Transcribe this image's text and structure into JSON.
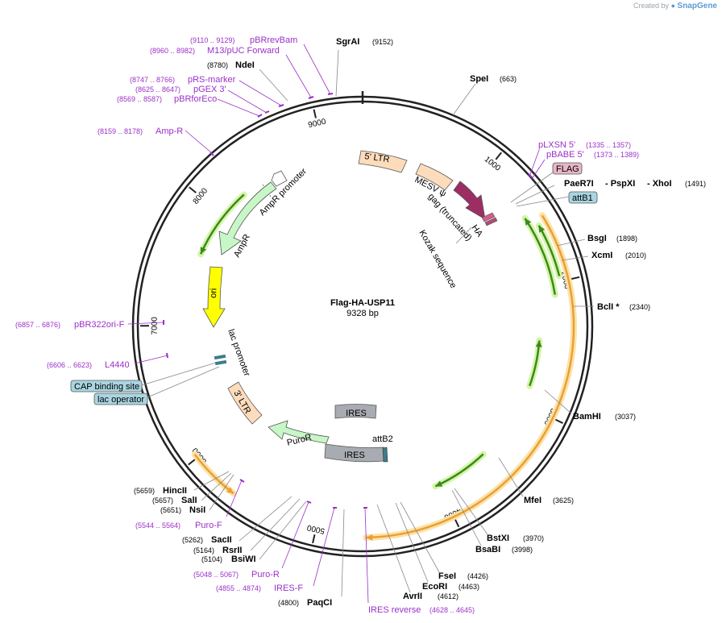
{
  "credit": {
    "prefix": "Created by",
    "brand": "SnapGene"
  },
  "plasmid": {
    "name": "Flag-HA-USP11",
    "size_label": "9328 bp",
    "length": 9328
  },
  "ticks": [
    {
      "bp": 1000,
      "label": "1000"
    },
    {
      "bp": 2000,
      "label": "2000"
    },
    {
      "bp": 3000,
      "label": "3000"
    },
    {
      "bp": 4000,
      "label": "4000"
    },
    {
      "bp": 5000,
      "label": "5000"
    },
    {
      "bp": 6000,
      "label": "6000"
    },
    {
      "bp": 7000,
      "label": "7000"
    },
    {
      "bp": 8000,
      "label": "8000"
    },
    {
      "bp": 9000,
      "label": "9000"
    }
  ],
  "enzymes": [
    {
      "name": "SgrAI",
      "pos": "(9152)"
    },
    {
      "name": "SpeI",
      "pos": "(663)"
    },
    {
      "name": "PaeR7I",
      "pos": ""
    },
    {
      "name": "- PspXI",
      "pos": ""
    },
    {
      "name": "- XhoI",
      "pos": "(1491)"
    },
    {
      "name": "BsgI",
      "pos": "(1898)"
    },
    {
      "name": "XcmI",
      "pos": "(2010)"
    },
    {
      "name": "BclI *",
      "pos": "(2340)"
    },
    {
      "name": "BamHI",
      "pos": "(3037)"
    },
    {
      "name": "MfeI",
      "pos": "(3625)"
    },
    {
      "name": "BstXI",
      "pos": "(3970)"
    },
    {
      "name": "BsaBI",
      "pos": "(3998)"
    },
    {
      "name": "FseI",
      "pos": "(4426)"
    },
    {
      "name": "EcoRI",
      "pos": "(4463)"
    },
    {
      "name": "AvrII",
      "pos": "(4612)"
    },
    {
      "name": "PaqCI",
      "pos": "(4800)"
    },
    {
      "name": "BsiWI",
      "pos": "(5104)"
    },
    {
      "name": "RsrII",
      "pos": "(5164)"
    },
    {
      "name": "SacII",
      "pos": "(5262)"
    },
    {
      "name": "NsiI",
      "pos": "(5651)"
    },
    {
      "name": "SalI",
      "pos": "(5657)"
    },
    {
      "name": "HincII",
      "pos": "(5659)"
    },
    {
      "name": "NdeI",
      "pos": "(8780)"
    }
  ],
  "primers": [
    {
      "name": "pBRrevBam",
      "pos": "(9110 .. 9129)"
    },
    {
      "name": "M13/pUC Forward",
      "pos": "(8960 .. 8982)"
    },
    {
      "name": "pRS-marker",
      "pos": "(8747 .. 8766)"
    },
    {
      "name": "pGEX 3'",
      "pos": "(8625 .. 8647)"
    },
    {
      "name": "pBRforEco",
      "pos": "(8569 .. 8587)"
    },
    {
      "name": "Amp-R",
      "pos": "(8159 .. 8178)"
    },
    {
      "name": "pBR322ori-F",
      "pos": "(6857 .. 6876)"
    },
    {
      "name": "L4440",
      "pos": "(6606 .. 6623)"
    },
    {
      "name": "Puro-F",
      "pos": "(5544 .. 5564)"
    },
    {
      "name": "Puro-R",
      "pos": "(5048 .. 5067)"
    },
    {
      "name": "IRES-F",
      "pos": "(4855 .. 4874)"
    },
    {
      "name": "IRES reverse",
      "pos": "(4628 .. 4645)"
    },
    {
      "name": "pLXSN 5'",
      "pos": "(1335 .. 1357)"
    },
    {
      "name": "pBABE 5'",
      "pos": "(1373 .. 1389)"
    }
  ],
  "boxed_features": [
    {
      "name": "FLAG",
      "color": "#e8b6c6"
    },
    {
      "name": "attB1",
      "color": "#a9d5e0"
    },
    {
      "name": "CAP binding site",
      "color": "#a9d5e0"
    },
    {
      "name": "lac operator",
      "color": "#a9d5e0"
    }
  ],
  "features": [
    {
      "name": "5' LTR",
      "color": "#fddcbc"
    },
    {
      "name": "MESV ψ",
      "color": "#fddcbc"
    },
    {
      "name": "gag (truncated)",
      "color": "#9c2e63"
    },
    {
      "name": "HA",
      "color": "#d15e88"
    },
    {
      "name": "Kozak sequence",
      "color": "#cccccc"
    },
    {
      "name": "AmpR promoter",
      "color": "#ffffff"
    },
    {
      "name": "AmpR",
      "color": "#c7f7c7"
    },
    {
      "name": "ori",
      "color": "#ffff00"
    },
    {
      "name": "lac promoter",
      "color": "#ffffff"
    },
    {
      "name": "3' LTR",
      "color": "#fddcbc"
    },
    {
      "name": "IRES",
      "color": "#a8abb1"
    },
    {
      "name": "PuroR",
      "color": "#c7f7c7"
    },
    {
      "name": "attB2",
      "color": "#3a7d8c"
    }
  ],
  "colors": {
    "enzyme": "#000000",
    "primer": "#9b30c8",
    "orf": "#e9a035",
    "orf_glow": "#fde2a8",
    "green_arrow": "#3b8a1f",
    "green_glow": "#d6f5a8"
  }
}
